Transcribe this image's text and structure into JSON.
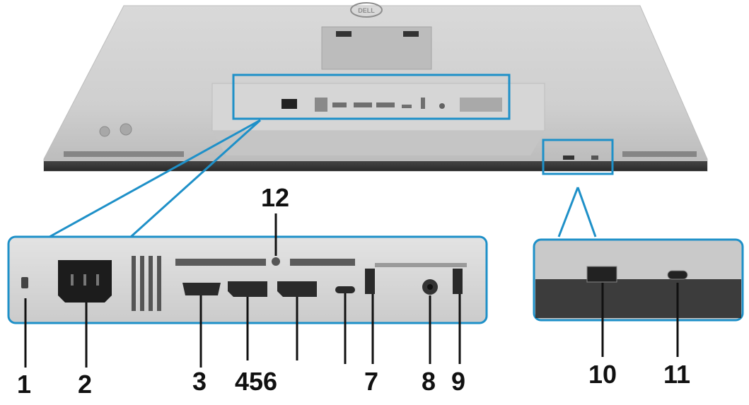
{
  "diagram": {
    "accent_color": "#1e90c8",
    "callouts": [
      {
        "label": "1"
      },
      {
        "label": "2"
      },
      {
        "label": "3"
      },
      {
        "label": "456"
      },
      {
        "label": "7"
      },
      {
        "label": "8"
      },
      {
        "label": "9"
      },
      {
        "label": "10"
      },
      {
        "label": "11"
      },
      {
        "label": "12"
      }
    ],
    "brand_logo": "dell-logo-icon"
  }
}
